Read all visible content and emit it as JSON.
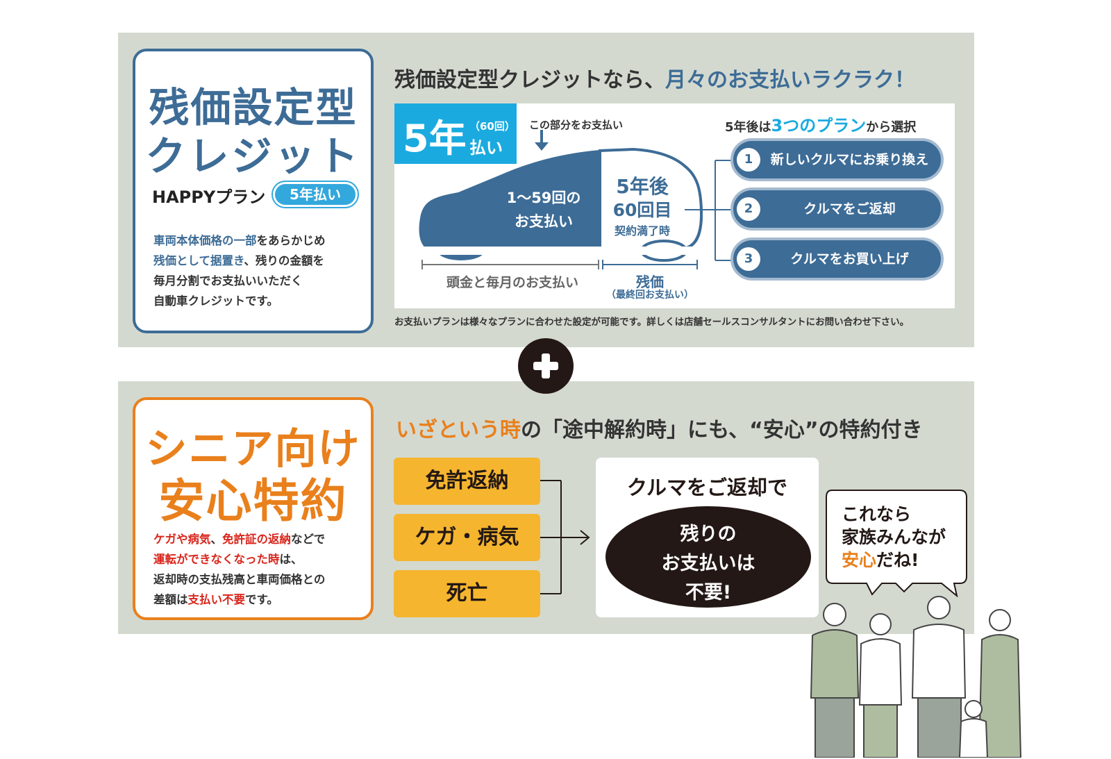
{
  "credit": {
    "title_line1": "残価設定型",
    "title_line2": "クレジット",
    "plan_label": "HAPPYプラン",
    "plan_badge": "5年払い",
    "desc": {
      "l1a": "車両本体価格の一部",
      "l1b": "をあらかじめ",
      "l2a": "残価として据置き",
      "l2b": "、残りの金額を",
      "l3": "毎月分割でお支払いいただく",
      "l4": "自動車クレジットです。"
    },
    "headline_a": "残価設定型クレジットなら、",
    "headline_b": "月々のお支払いラクラク！",
    "diagram": {
      "years_big": "5年",
      "years_count": "（60回）",
      "years_pay": "払い",
      "pay_part": "この部分をお支払い",
      "car_left_1": "1〜59回の",
      "car_left_2": "お支払い",
      "car_right_1": "5年後",
      "car_right_2": "60回目",
      "car_right_3": "契約満了時",
      "label_down": "頭金と毎月のお支払い",
      "label_residual": "残価",
      "label_residual_sub": "（最終回お支払い）",
      "plans_title_a": "5年後は",
      "plans_title_b": "3つのプラン",
      "plans_title_c": "から選択",
      "plans": [
        {
          "num": "1",
          "label": "新しいクルマにお乗り換え"
        },
        {
          "num": "2",
          "label": "クルマをご返却"
        },
        {
          "num": "3",
          "label": "クルマをお買い上げ"
        }
      ]
    },
    "disclaimer": "お支払いプランは様々なプランに合わせた設定が可能です。詳しくは店舗セールスコンサルタントにお問い合わせ下さい。"
  },
  "senior": {
    "title_line1": "シニア向け",
    "title_line2": "安心特約",
    "desc": {
      "l1a": "ケガや病気",
      "l1b": "、",
      "l1c": "免許証の返納",
      "l1d": "などで",
      "l2a": "運転ができなくなった時",
      "l2b": "は、",
      "l3": "返却時の支払残高と車両価格との",
      "l4a": "差額は",
      "l4b": "支払い不要",
      "l4c": "です。"
    },
    "headline_a": "いざという時",
    "headline_b": "の「途中解約時」にも、“安心”の特約付き",
    "reasons": [
      "免許返納",
      "ケガ・病気",
      "死亡"
    ],
    "result_title": "クルマをご返却で",
    "result_line1": "残りの",
    "result_line2": "お支払いは",
    "result_line3": "不要!",
    "bubble_line1": "これなら",
    "bubble_line2": "家族みんなが",
    "bubble_line3a": "安心",
    "bubble_line3b": "だね!"
  },
  "colors": {
    "navy": "#3d6c96",
    "cyan": "#1aaadf",
    "orange": "#e9801c",
    "yellow": "#f5b52e",
    "red": "#d9261c",
    "panel": "#d4d9d0",
    "dark": "#231815"
  }
}
